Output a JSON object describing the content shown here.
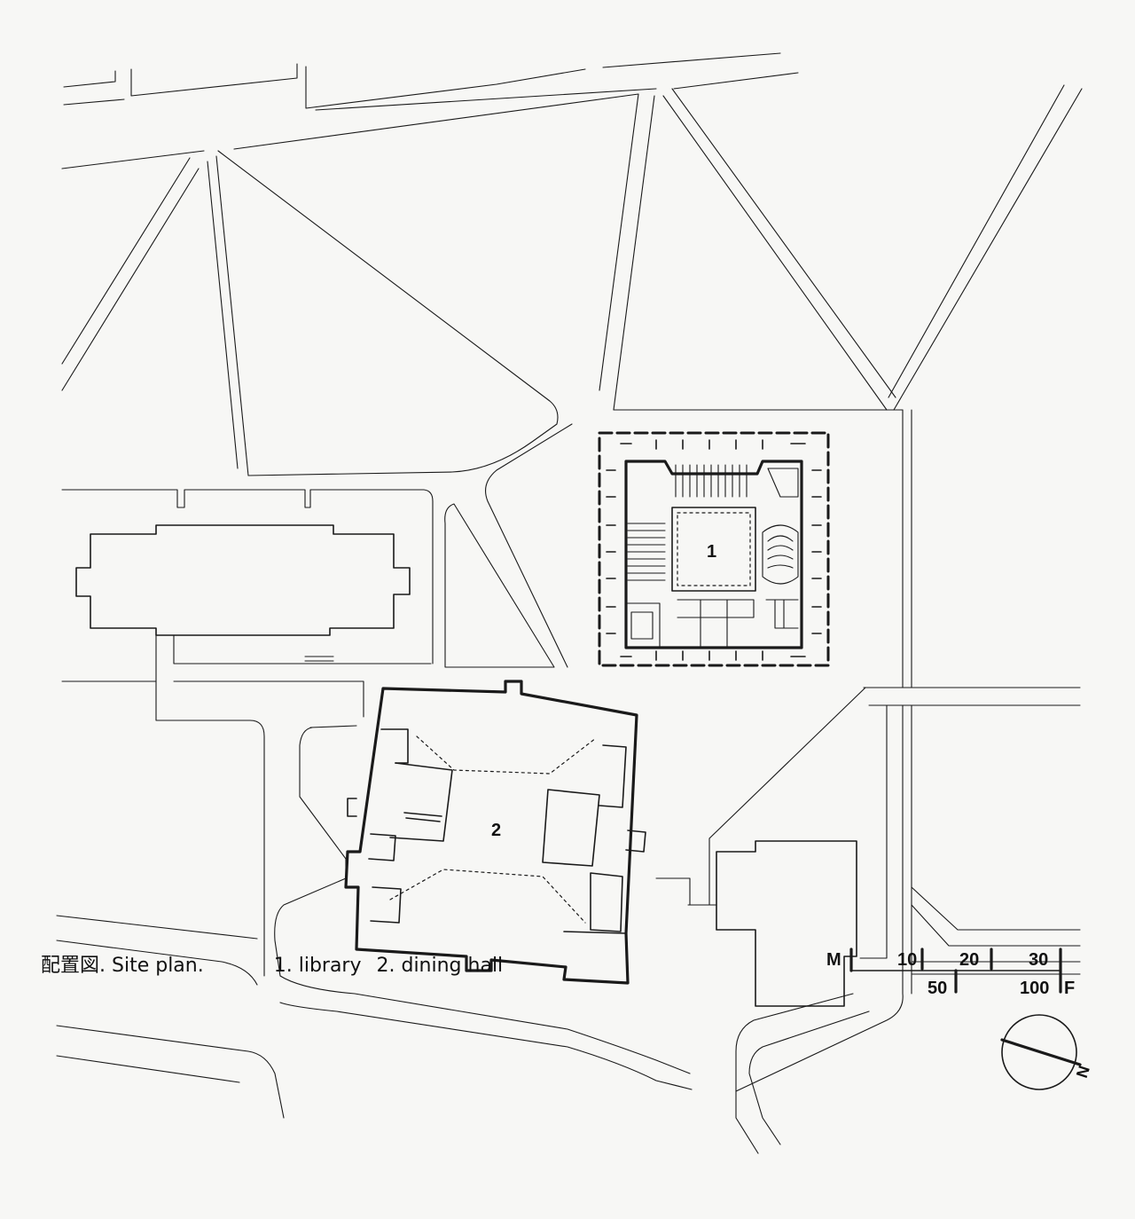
{
  "plan": {
    "buildings": [
      {
        "number": "1",
        "name": "library"
      },
      {
        "number": "2",
        "name": "dining hall"
      }
    ]
  },
  "caption": {
    "title_ja": "配置図.",
    "title_en": "Site plan.",
    "legend": [
      "1. library",
      "2. dining hall"
    ]
  },
  "scale_bar": {
    "metric_unit": "M",
    "metric_ticks": [
      "10",
      "20",
      "30"
    ],
    "imperial_unit": "F",
    "imperial_ticks": [
      "50",
      "100"
    ]
  },
  "compass": {
    "label": "N",
    "icon": "north-arrow-icon"
  },
  "colors": {
    "ink": "#1a1a1a",
    "paper": "#f7f7f5"
  }
}
